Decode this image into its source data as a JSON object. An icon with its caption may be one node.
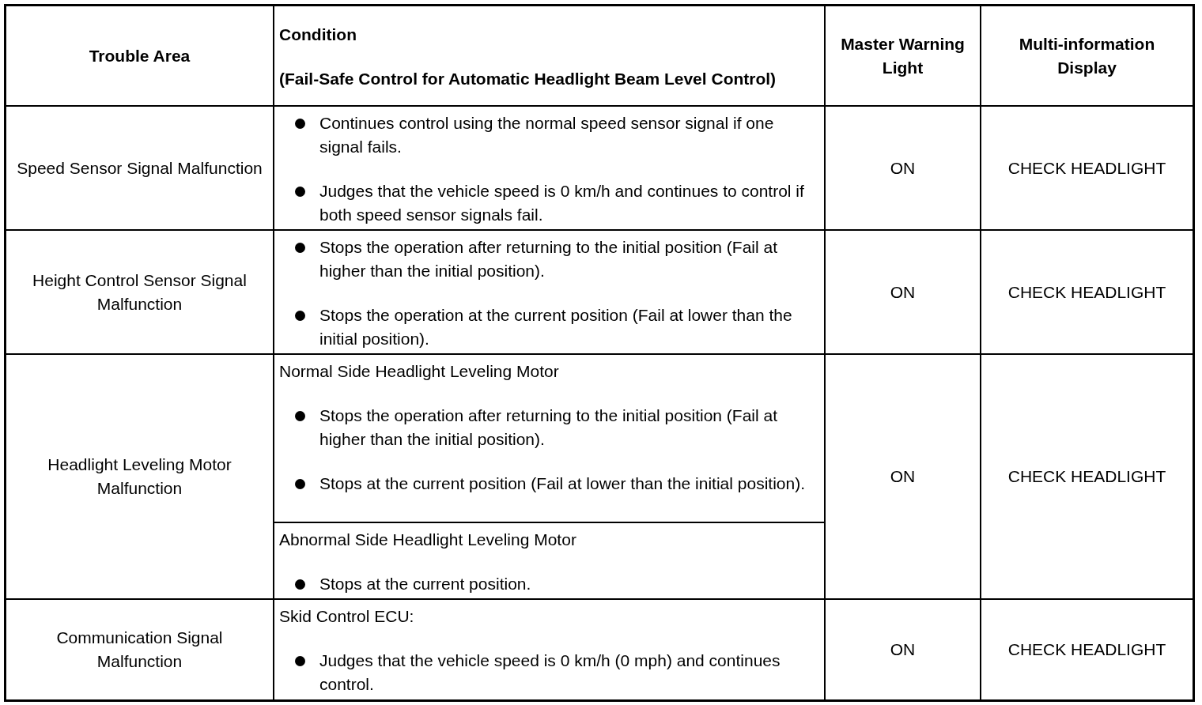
{
  "diagram": {
    "labels": [
      "Trouble Area",
      "Condition",
      "(Fail-Safe Control for Automatic Headlight Beam Level Control)",
      "Master Warning Light",
      "Multi-information Display",
      "Speed Sensor Signal Malfunction",
      "Continues control using the normal speed sensor signal if one signal fails.",
      "Judges that the vehicle speed is 0 km/h and continues to control if both speed sensor signals fail.",
      "ON",
      "CHECK HEADLIGHT",
      "Height Control Sensor Signal Malfunction",
      "Stops the operation after returning to the initial position (Fail at higher than the initial position).",
      "Stops the operation at the current position (Fail at lower than the initial position).",
      "ON",
      "CHECK HEADLIGHT",
      "Headlight Leveling Motor Malfunction",
      "Normal Side Headlight Leveling Motor",
      "Stops the operation after returning to the initial position (Fail at higher than the initial position).",
      "Stops at the current position (Fail at lower than the initial position).",
      "ON",
      "CHECK HEADLIGHT",
      "Abnormal Side Headlight Leveling Motor",
      "Stops at the current position.",
      "Communication Signal Malfunction",
      "Skid Control ECU:",
      "Judges that the vehicle speed is 0 km/h (0 mph) and continues control.",
      "ON",
      "CHECK HEADLIGHT"
    ]
  }
}
